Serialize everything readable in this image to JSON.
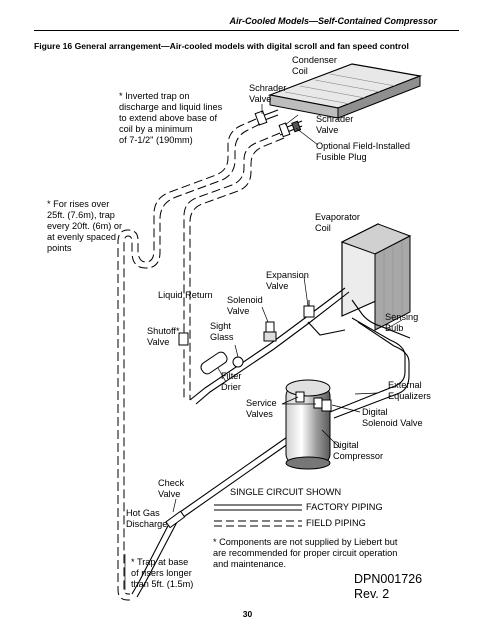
{
  "header": {
    "title": "Air-Cooled Models—Self-Contained Compressor"
  },
  "figure": {
    "caption": "Figure 16  General arrangement—Air-cooled models with digital scroll and fan speed control"
  },
  "labels": {
    "condenser_coil": [
      "Condenser",
      "Coil"
    ],
    "schrader_valve_upper": [
      "Schrader",
      "Valve"
    ],
    "schrader_valve_right": [
      "Schrader",
      "Valve"
    ],
    "fusible_plug": [
      "Optional Field-Installed",
      "Fusible Plug"
    ],
    "inverted_trap_note": [
      "* Inverted trap on",
      "discharge and liquid lines",
      "to extend above base of",
      "coil by a minimum",
      "of 7-1/2\" (190mm)"
    ],
    "rises_note": [
      "* For rises over",
      "25ft. (7.6m), trap",
      "every 20ft. (6m) or",
      "at evenly spaced",
      "points"
    ],
    "evaporator_coil": [
      "Evaporator",
      "Coil"
    ],
    "expansion_valve": [
      "Expansion",
      "Valve"
    ],
    "liquid_return": "Liquid Return",
    "solenoid_valve": [
      "Solenoid",
      "Valve"
    ],
    "sensing_bulb": [
      "Sensing",
      "Bulb"
    ],
    "sight_glass": [
      "Sight",
      "Glass"
    ],
    "shutoff_valve": [
      "Shutoff*",
      "Valve"
    ],
    "filter_drier": [
      "Filter",
      "Drier"
    ],
    "external_equalizers": [
      "External",
      "Equalizers"
    ],
    "service_valves": [
      "Service",
      "Valves"
    ],
    "digital_solenoid_valve": [
      "Digital",
      "Solenoid Valve"
    ],
    "digital_compressor": [
      "Digital",
      "Compressor"
    ],
    "check_valve": [
      "Check",
      "Valve"
    ],
    "hot_gas_discharge": [
      "Hot Gas",
      "Discharge"
    ],
    "trap_base_note": [
      "* Trap at base",
      "of risers longer",
      "than 5ft. (1.5m)"
    ]
  },
  "legend": {
    "title": "SINGLE CIRCUIT SHOWN",
    "factory_piping": "FACTORY PIPING",
    "field_piping": "FIELD PIPING",
    "note": [
      "* Components are not supplied by Liebert but",
      "are recommended for proper circuit operation",
      "and maintenance."
    ]
  },
  "doc_id": [
    "DPN001726",
    "Rev. 2"
  ],
  "page_number": "30"
}
